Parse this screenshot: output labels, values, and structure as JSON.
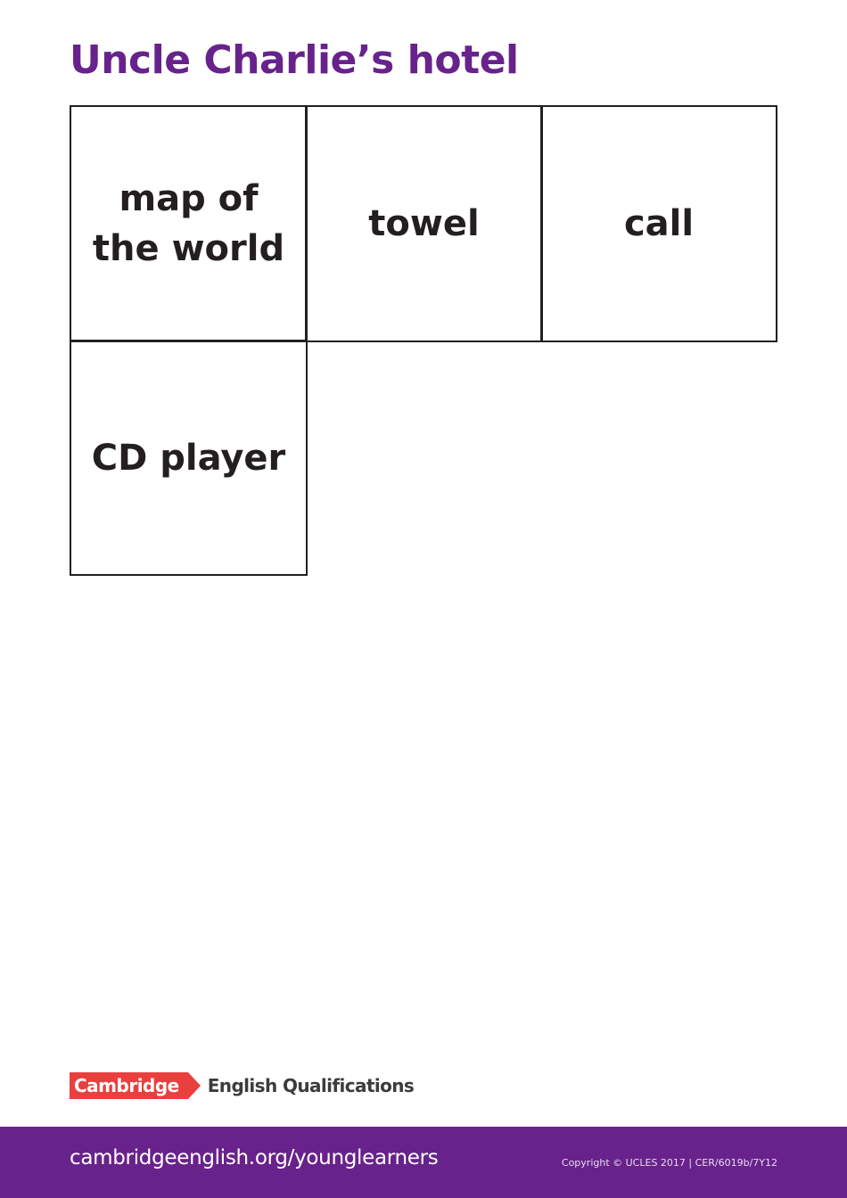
{
  "header": {
    "title": "Uncle Charlie’s hotel"
  },
  "cards": [
    {
      "lines": [
        "map of",
        "the world"
      ]
    },
    {
      "lines": [
        "towel"
      ]
    },
    {
      "lines": [
        "call"
      ]
    },
    {
      "lines": [
        "CD player"
      ]
    }
  ],
  "logo": {
    "badge": "Cambridge",
    "text": "English Qualifications",
    "badge_color": "#e8403e"
  },
  "footer": {
    "url": "cambridgeenglish.org/younglearners",
    "copyright": "Copyright © UCLES 2017 | CER/6019b/7Y12",
    "background_color": "#68228b"
  },
  "colors": {
    "title": "#68228b",
    "card_border": "#231f20",
    "card_text": "#231f20"
  }
}
